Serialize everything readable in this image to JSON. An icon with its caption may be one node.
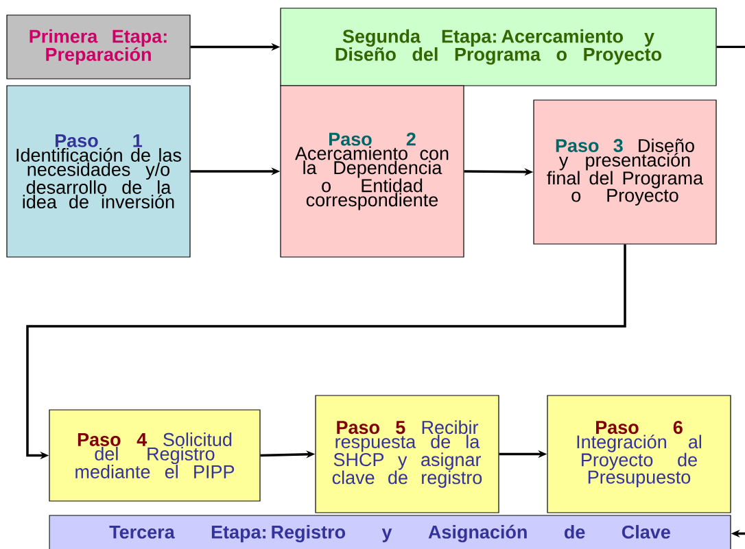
{
  "diagram": {
    "nodes": [
      {
        "text": [
          "Primera Etapa: Preparación"
        ]
      },
      {
        "text": [
          "Segunda Etapa: Acercamiento y Diseño del Programa o Proyecto"
        ]
      },
      {
        "text": [
          "Paso 1",
          "Identificación de las necesidades y/o desarrollo de la idea de inversión"
        ]
      },
      {
        "text": [
          "Paso 2",
          "Acercamiento con la Dependencia o Entidad correspondiente"
        ]
      },
      {
        "text": [
          "Paso 3",
          "Diseño y presentación final del Programa o Proyecto"
        ]
      },
      {
        "text": [
          "Paso 4",
          "Solicitud del Registro mediante el PIPP"
        ]
      },
      {
        "text": [
          "Paso 5",
          "Recibir respuesta de la SHCP y asignar clave de registro"
        ]
      },
      {
        "text": [
          "Paso 6",
          "Integración al Proyecto de Presupuesto"
        ]
      },
      {
        "text": [
          "Tercera Etapa: Registro y Asignación de Clave"
        ]
      }
    ],
    "edges": [
      {
        "from": 0,
        "to": 1,
        "arrow": "to"
      },
      {
        "from": 2,
        "to": 3,
        "arrow": "to"
      },
      {
        "from": 3,
        "to": 4,
        "arrow": "to"
      },
      {
        "from": 4,
        "to": 5,
        "arrow": "to"
      },
      {
        "from": 5,
        "to": 6,
        "arrow": "to"
      },
      {
        "from": 6,
        "to": 7,
        "arrow": "to"
      },
      {
        "from": 1,
        "to": null,
        "arrow": "none"
      },
      {
        "from": null,
        "to": 8,
        "arrow": "to"
      }
    ]
  }
}
